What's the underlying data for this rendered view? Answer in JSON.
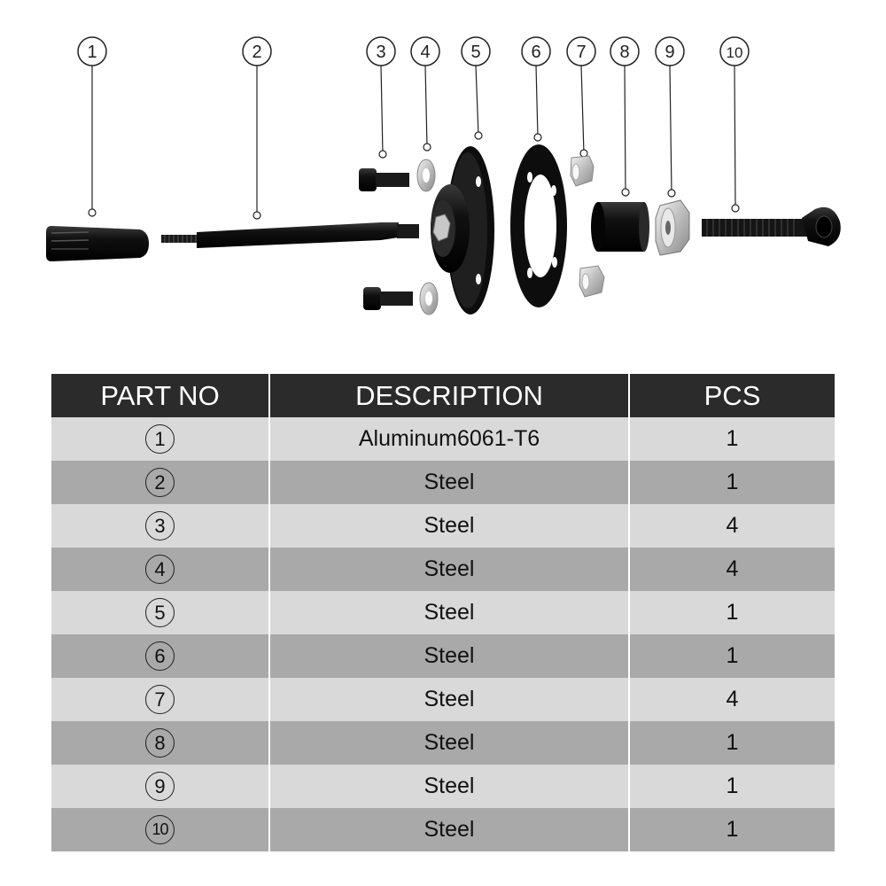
{
  "callouts": [
    "1",
    "2",
    "3",
    "4",
    "5",
    "6",
    "7",
    "8",
    "9",
    "10"
  ],
  "table": {
    "headers": [
      "PART NO",
      "DESCRIPTION",
      "PCS"
    ],
    "rows": [
      {
        "part": "1",
        "description": "Aluminum6061-T6",
        "pcs": "1"
      },
      {
        "part": "2",
        "description": "Steel",
        "pcs": "1"
      },
      {
        "part": "3",
        "description": "Steel",
        "pcs": "4"
      },
      {
        "part": "4",
        "description": "Steel",
        "pcs": "4"
      },
      {
        "part": "5",
        "description": "Steel",
        "pcs": "1"
      },
      {
        "part": "6",
        "description": "Steel",
        "pcs": "1"
      },
      {
        "part": "7",
        "description": "Steel",
        "pcs": "4"
      },
      {
        "part": "8",
        "description": "Steel",
        "pcs": "1"
      },
      {
        "part": "9",
        "description": "Steel",
        "pcs": "1"
      },
      {
        "part": "10",
        "description": "Steel",
        "pcs": "1"
      }
    ]
  },
  "colors": {
    "header_bg": "#2b2b2b",
    "row_light": "#d9d9d9",
    "row_dark": "#a9a9a9",
    "part_black": "#141414"
  }
}
